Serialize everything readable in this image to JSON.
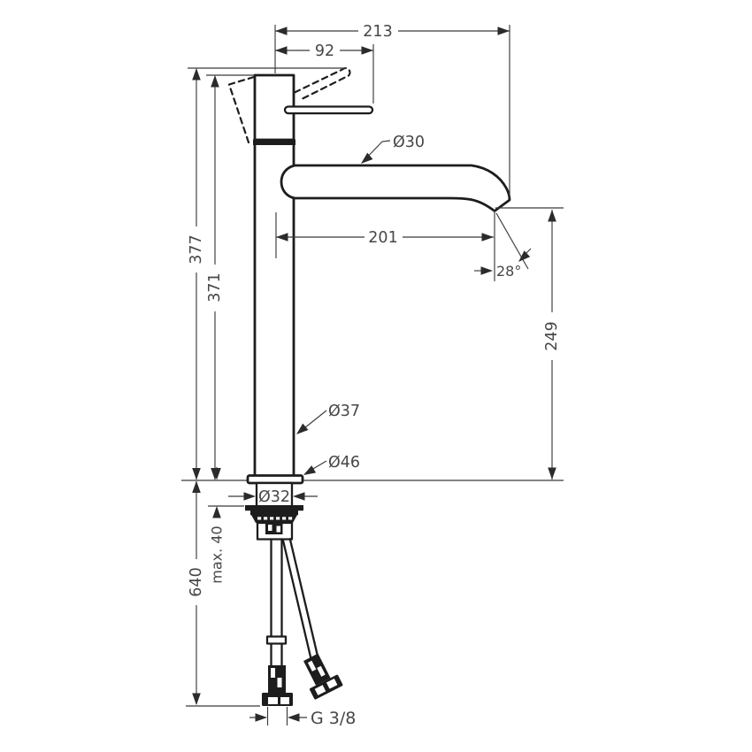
{
  "drawing": {
    "kind": "basin-mixer-technical-dimension-drawing",
    "labels": {
      "width_overall": "213",
      "handle_length": "92",
      "spout_diameter": "Ø30",
      "spout_reach": "201",
      "spout_angle": "28°",
      "total_height": "377",
      "body_height": "371",
      "outlet_height": "249",
      "body_diameter": "Ø37",
      "base_diameter": "Ø46",
      "shank_diameter": "Ø32",
      "max_deck_thickness": "max. 40",
      "hose_length": "640",
      "connection_thread": "G 3/8"
    },
    "colors": {
      "background": "#ffffff",
      "object_line": "#1d1d1d",
      "dimension_line": "#3a3a3a",
      "text": "#474747"
    }
  }
}
